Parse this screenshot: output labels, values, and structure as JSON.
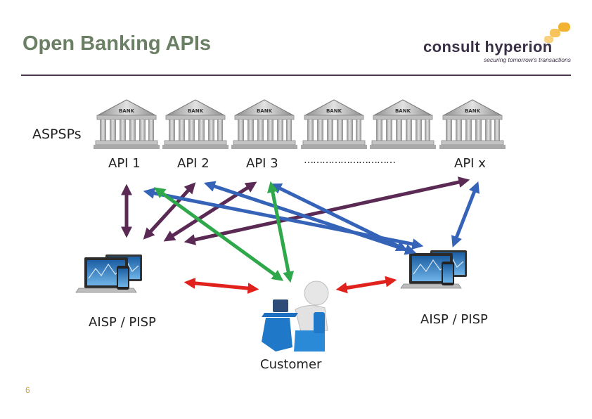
{
  "title": "Open Banking APIs",
  "logo": {
    "wordmark": "consult hyperion",
    "tagline": "securing tomorrow's transactions"
  },
  "aspsps_label": "ASPSPs",
  "bank_sign": "BANK",
  "apis": [
    "API 1",
    "API 2",
    "API 3",
    "…………………………",
    "API x"
  ],
  "provider_left_label": "AISP / PISP",
  "provider_right_label": "AISP / PISP",
  "customer_label": "Customer",
  "page_number": "6",
  "colors": {
    "purple": "#5a2a55",
    "blue": "#3563b8",
    "green": "#2ea84a",
    "red": "#e0211c",
    "title": "#6b7f64"
  }
}
